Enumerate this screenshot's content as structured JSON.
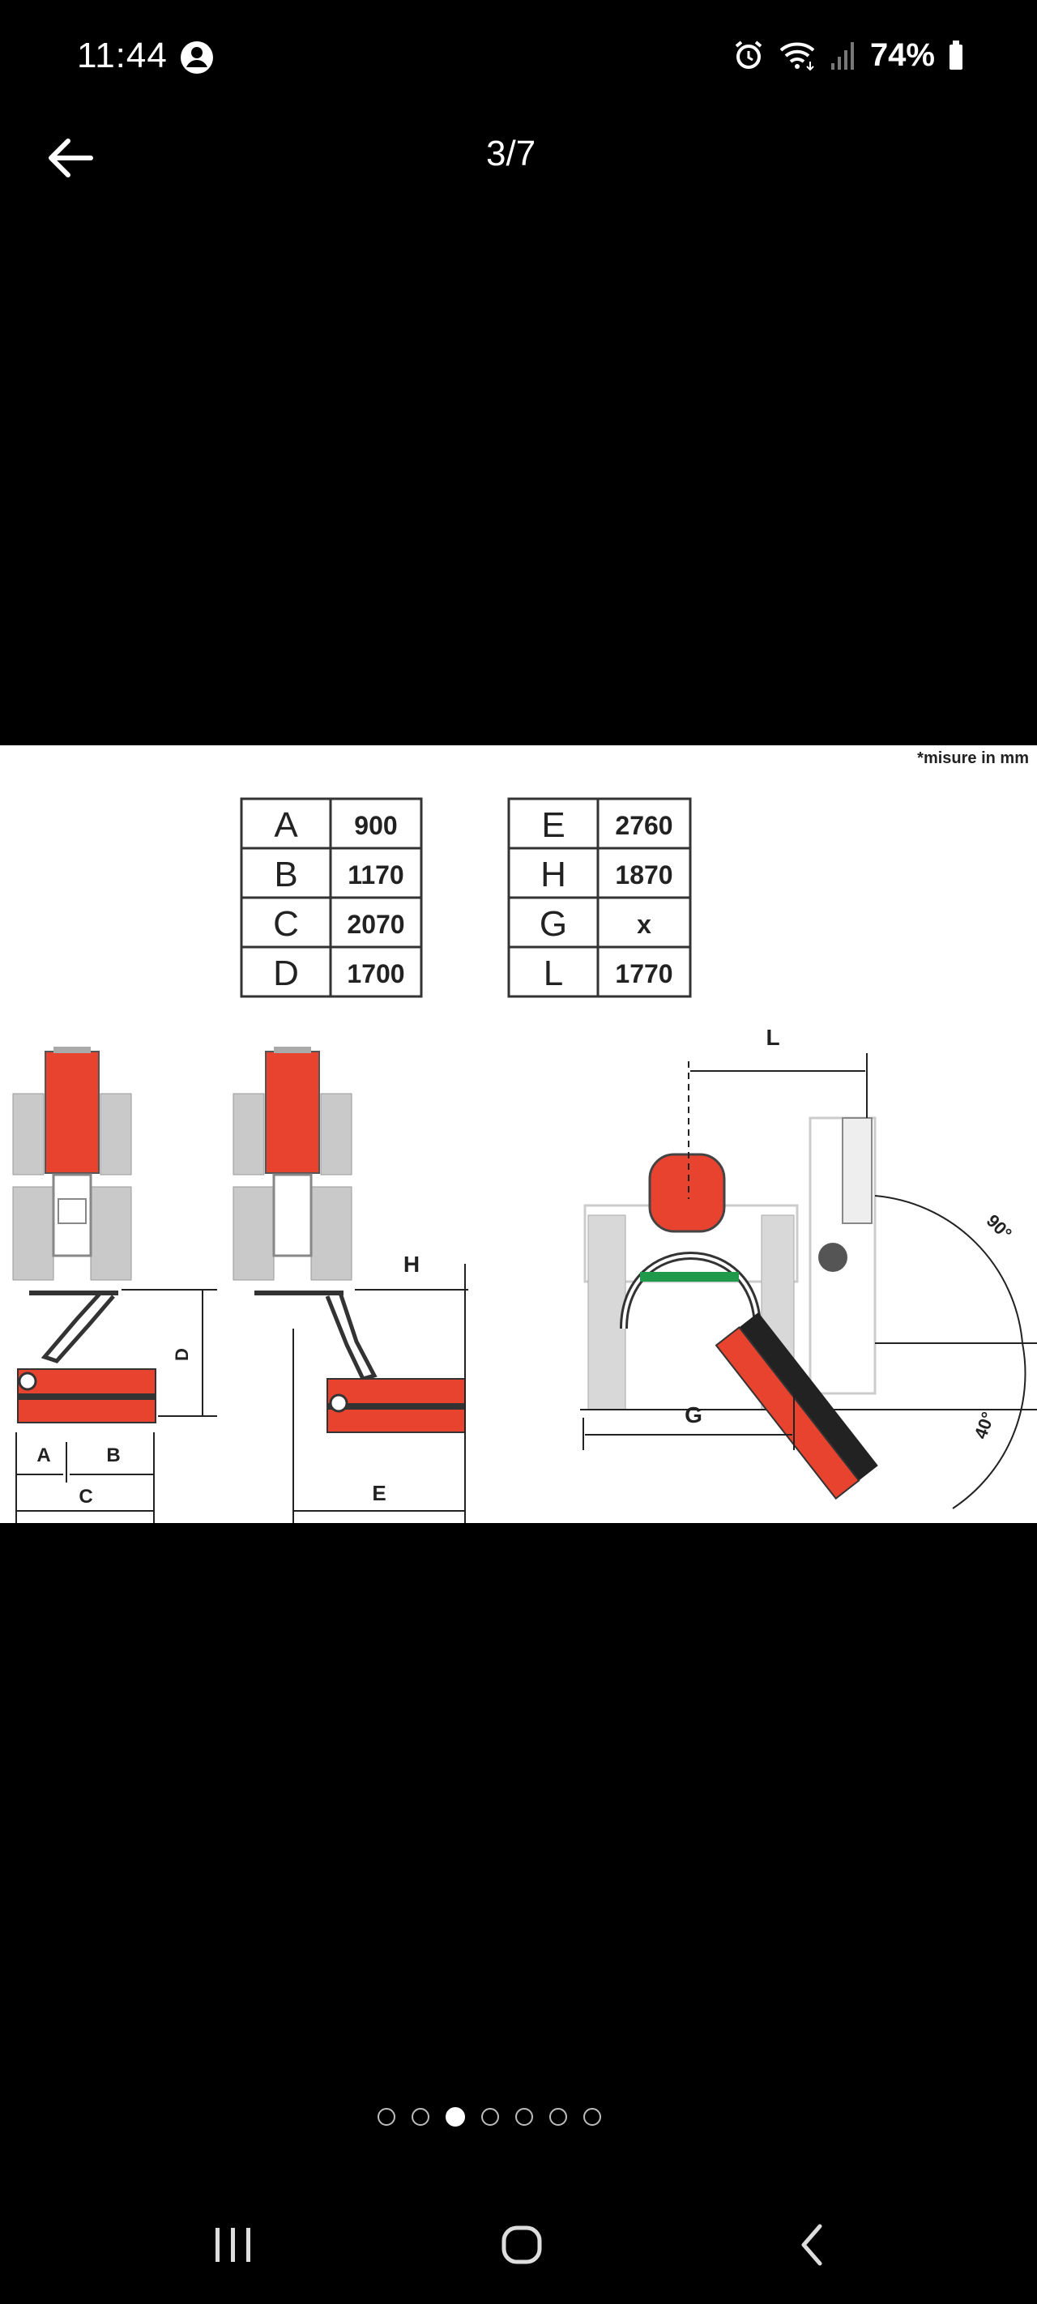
{
  "status_bar": {
    "time": "11:44",
    "battery": "74%",
    "icons": [
      "account-icon",
      "alarm-icon",
      "wifi-icon",
      "signal-icon",
      "battery-icon"
    ]
  },
  "app_bar": {
    "counter": "3/7",
    "back_icon": "back-arrow-icon"
  },
  "diagram": {
    "note": "*misure in mm",
    "table_left": [
      {
        "label": "A",
        "value": "900"
      },
      {
        "label": "B",
        "value": "1170"
      },
      {
        "label": "C",
        "value": "2070"
      },
      {
        "label": "D",
        "value": "1700"
      }
    ],
    "table_right": [
      {
        "label": "E",
        "value": "2760"
      },
      {
        "label": "H",
        "value": "1870"
      },
      {
        "label": "G",
        "value": "x"
      },
      {
        "label": "L",
        "value": "1770"
      }
    ],
    "dimension_labels": {
      "a": "A",
      "b": "B",
      "c": "C",
      "d": "D",
      "e": "E",
      "h": "H",
      "g": "G",
      "l": "L",
      "angle_90": "90°",
      "angle_40": "40°"
    },
    "colors": {
      "machine": "#e8432e",
      "tractor": "#c9c9c9",
      "line": "#222222",
      "green_bar": "#1f9a4a"
    }
  },
  "pager": {
    "total": 7,
    "current_index": 2
  },
  "nav_bar": {
    "icons": [
      "recent-apps-icon",
      "home-icon",
      "back-icon"
    ]
  }
}
